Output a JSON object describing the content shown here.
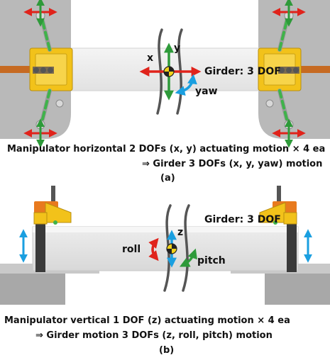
{
  "panel_a": {
    "labels": {
      "x": "x",
      "y": "y",
      "yaw": "yaw",
      "girder_dof": "Girder: 3 DOF"
    },
    "caption_line1": "Manipulator horizontal 2 DOFs (x, y) actuating motion × 4 ea",
    "caption_line2": "⇒ Girder 3 DOFs (x, y, yaw) motion",
    "tag": "(a)"
  },
  "panel_b": {
    "labels": {
      "z": "z",
      "roll": "roll",
      "pitch": "pitch",
      "girder_dof": "Girder: 3 DOF"
    },
    "caption_line1": "Manipulator vertical 1 DOF (z) actuating motion × 4 ea",
    "caption_line2": "⇒ Girder motion 3 DOFs (z, roll, pitch) motion",
    "tag": "(b)"
  },
  "colors": {
    "red_arrow": "#e0231b",
    "green_arrow": "#2e9a3a",
    "blue_arrow": "#1a9fe0",
    "yellow_block": "#f2c21a",
    "orange_arm": "#e87a1e",
    "girder": "#eeeeee"
  }
}
